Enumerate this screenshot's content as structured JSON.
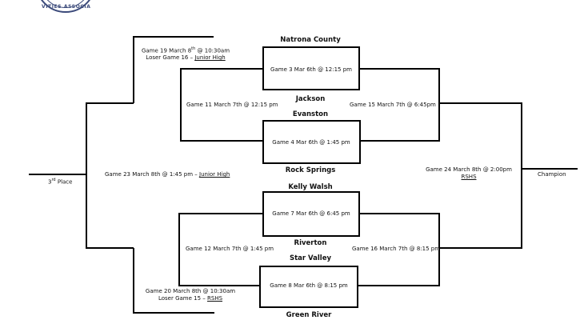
{
  "logo": {
    "text": "VITIES ASSOCIA"
  },
  "teams": {
    "natrona": "Natrona County",
    "jackson": "Jackson",
    "evanston": "Evanston",
    "rock_springs": "Rock Springs",
    "kelly_walsh": "Kelly Walsh",
    "riverton": "Riverton",
    "star_valley": "Star Valley",
    "green_river": "Green River"
  },
  "games": {
    "g3": "Game 3 Mar 6th @ 12:15 pm",
    "g4": "Game 4 Mar 6th @ 1:45 pm",
    "g7": "Game 7 Mar 6th @ 6:45 pm",
    "g8": "Game 8 Mar 6th @ 8:15 pm",
    "g11": "Game 11 March 7th @ 12:15 pm",
    "g12": "Game 12 March 7th @ 1:45 pm",
    "g15": "Game 15 March 7th @ 6:45pm",
    "g16": "Game 16 March 7th @ 8:15 pm",
    "g19": {
      "pre": "Game 19 March 8",
      "sup": "th",
      "post": " @ 10:30am",
      "loser_pre": "Loser Game 16 – ",
      "loser_site": "Junior High"
    },
    "g20": {
      "line1": "Game 20 March 8th @ 10:30am",
      "loser_pre": "Loser Game 15 – ",
      "loser_site": "RSHS"
    },
    "g23": {
      "pre": "Game 23 March 8th @ 1:45 pm – ",
      "site": "Junior High"
    },
    "g24": {
      "line1": "Game 24 March 8th @ 2:00pm",
      "site": "RSHS"
    }
  },
  "labels": {
    "third_pre": "3",
    "third_sup": "rd",
    "third_post": " Place",
    "champion": "Champion"
  }
}
